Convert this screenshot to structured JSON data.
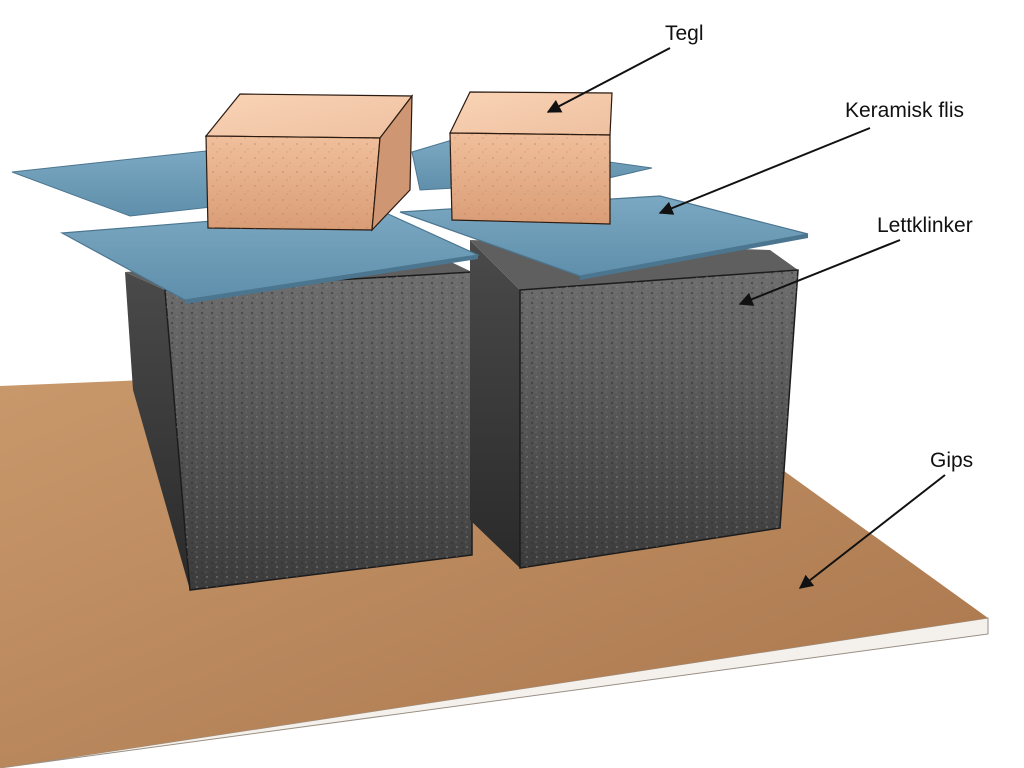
{
  "labels": {
    "tegl": "Tegl",
    "keramisk_flis": "Keramisk flis",
    "lettklinker": "Lettklinker",
    "gips": "Gips"
  },
  "colors": {
    "gips_board": "#b98659",
    "gips_edge": "#f4f1ec",
    "ceramic_tile": "#6e9bb5",
    "ceramic_tile_edge": "#4c7690",
    "lightweight_block": "#5a5a5a",
    "brick": "#eab48d",
    "arrow": "#111111"
  }
}
